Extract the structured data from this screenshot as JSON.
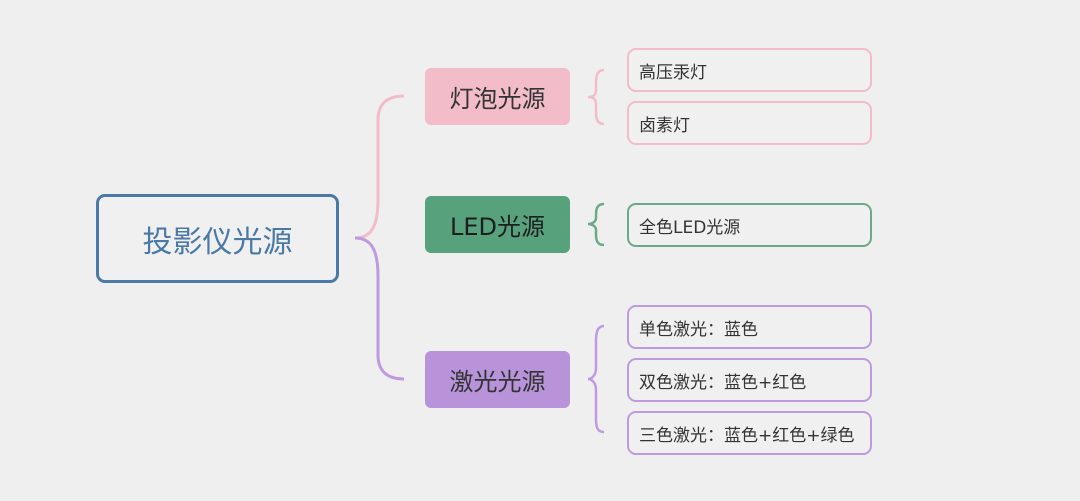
{
  "root": {
    "label": "投影仪光源"
  },
  "branches": [
    {
      "label": "灯泡光源",
      "color": "#f2bcc8",
      "children": [
        "高压汞灯",
        "卤素灯"
      ]
    },
    {
      "label": "LED光源",
      "color": "#57a27d",
      "children": [
        "全色LED光源"
      ]
    },
    {
      "label": "激光光源",
      "color": "#b893d9",
      "children": [
        "单色激光：蓝色",
        "双色激光：蓝色+红色",
        "三色激光：蓝色+红色+绿色"
      ]
    }
  ],
  "colors": {
    "root_border": "#4a79a6",
    "background": "#efefef"
  }
}
